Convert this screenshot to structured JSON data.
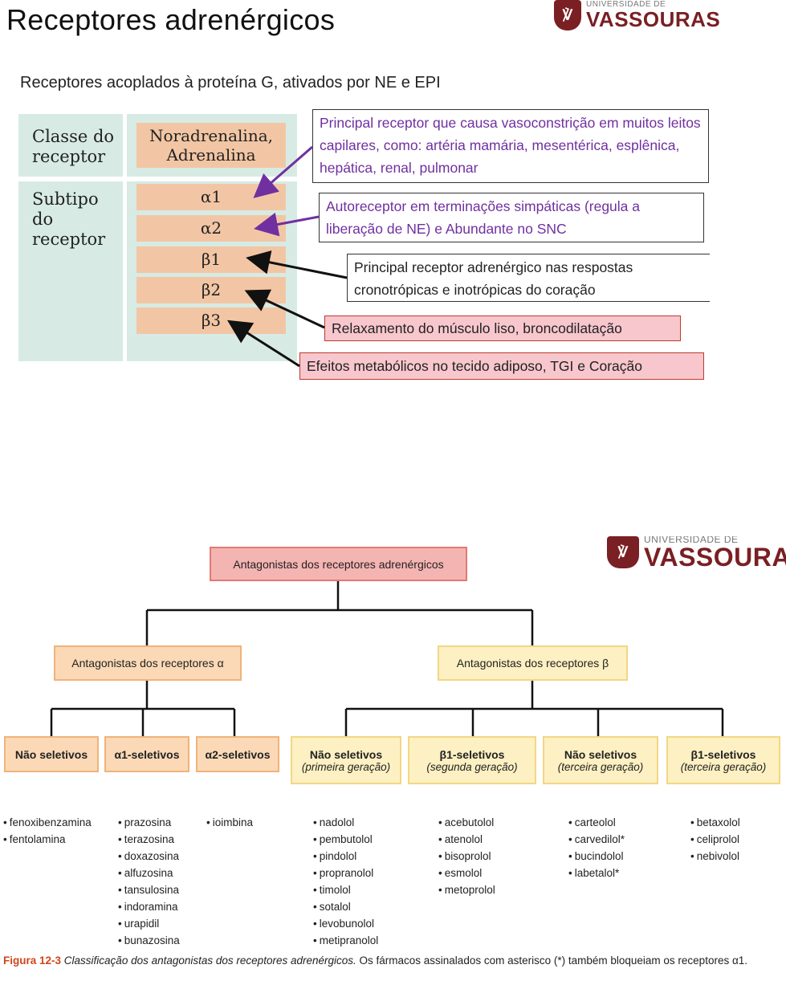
{
  "slide": {
    "title": "Receptores adrenérgicos",
    "logo": {
      "small": "UNIVERSIDADE DE",
      "big": "VASSOURAS"
    },
    "subtitle": "Receptores acoplados à proteína G, ativados por NE e EPI",
    "table": {
      "class_label": "Classe do receptor",
      "ligand": "Noradrenalina, Adrenalina",
      "subtype_label": "Subtipo do receptor",
      "subtypes": [
        "α1",
        "α2",
        "β1",
        "β2",
        "β3"
      ]
    },
    "callouts": [
      "Principal receptor que causa vasoconstrição em muitos leitos capilares, como: artéria mamária, mesentérica, esplênica, hepática, renal, pulmonar",
      "Autoreceptor em terminações simpáticas (regula a liberação de NE) e Abundante no SNC",
      "Principal receptor adrenérgico nas respostas cronotrópicas e inotrópicas do coração",
      "Relaxamento do músculo liso, broncodilatação",
      "Efeitos metabólicos no tecido adiposo, TGI e Coração"
    ],
    "colors": {
      "purple": "#7030a0",
      "teal": "#d7ebe4",
      "salmon": "#f2c6a4",
      "pink": "#f8c7cd"
    }
  },
  "diagram": {
    "logo": {
      "small": "UNIVERSIDADE DE",
      "big": "VASSOURAS"
    },
    "root": "Antagonistas dos receptores adrenérgicos",
    "alpha": "Antagonistas dos receptores α",
    "beta": "Antagonistas dos receptores β",
    "alpha_groups": [
      {
        "label": "Não seletivos",
        "drugs": [
          "fenoxibenzamina",
          "fentolamina"
        ]
      },
      {
        "label": "α1-seletivos",
        "drugs": [
          "prazosina",
          "terazosina",
          "doxazosina",
          "alfuzosina",
          "tansulosina",
          "indoramina",
          "urapidil",
          "bunazosina"
        ]
      },
      {
        "label": "α2-seletivos",
        "drugs": [
          "ioimbina"
        ]
      }
    ],
    "beta_groups": [
      {
        "label": "Não seletivos",
        "sub": "(primeira geração)",
        "drugs": [
          "nadolol",
          "pembutolol",
          "pindolol",
          "propranolol",
          "timolol",
          "sotalol",
          "levobunolol",
          "metipranolol"
        ]
      },
      {
        "label": "β1-seletivos",
        "sub": "(segunda geração)",
        "drugs": [
          "acebutolol",
          "atenolol",
          "bisoprolol",
          "esmolol",
          "metoprolol"
        ]
      },
      {
        "label": "Não seletivos",
        "sub": "(terceira geração)",
        "drugs": [
          "carteolol",
          "carvedilol*",
          "bucindolol",
          "labetalol*"
        ]
      },
      {
        "label": "β1-seletivos",
        "sub": "(terceira geração)",
        "drugs": [
          "betaxolol",
          "celiprolol",
          "nebivolol"
        ]
      }
    ],
    "caption": {
      "fig": "Figura 12-3",
      "title": "Classificação dos antagonistas dos receptores adrenérgicos.",
      "text": "Os fármacos assinalados com asterisco (*) também bloqueiam os receptores α1."
    }
  }
}
